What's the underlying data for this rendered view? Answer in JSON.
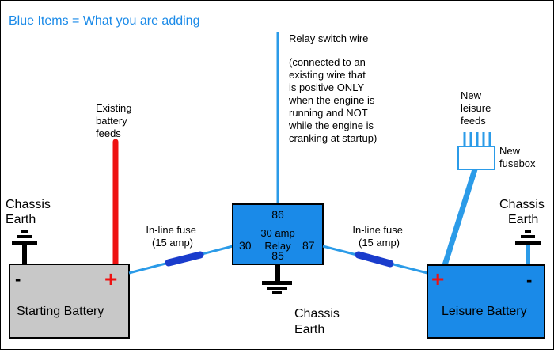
{
  "header": {
    "legend_text": "Blue Items = What you are adding"
  },
  "relay_switch_wire": {
    "title": "Relay switch wire",
    "notes": [
      "(connected to an",
      "existing wire that",
      "is positive ONLY",
      "when the engine is",
      "running and NOT",
      "while the engine is",
      "cranking at startup)"
    ]
  },
  "existing_feeds": {
    "lines": [
      "Existing",
      "battery",
      "feeds"
    ]
  },
  "new_leisure_feeds": {
    "lines": [
      "New",
      "leisure",
      "feeds"
    ]
  },
  "new_fusebox": {
    "lines": [
      "New",
      "fusebox"
    ]
  },
  "chassis_earth_left": {
    "lines": [
      "Chassis",
      "Earth"
    ]
  },
  "chassis_earth_right": {
    "lines": [
      "Chassis",
      "Earth"
    ]
  },
  "chassis_earth_relay": {
    "lines": [
      "Chassis",
      "Earth"
    ]
  },
  "inline_fuse_left": {
    "lines": [
      "In-line fuse",
      "(15 amp)"
    ]
  },
  "inline_fuse_right": {
    "lines": [
      "In-line fuse",
      "(15 amp)"
    ]
  },
  "starting_battery": {
    "label": "Starting Battery",
    "neg": "-",
    "pos": "+"
  },
  "leisure_battery": {
    "label": "Leisure Battery",
    "neg": "-",
    "pos": "+"
  },
  "relay": {
    "pin_86": "86",
    "pin_85": "85",
    "pin_30": "30",
    "pin_87": "87",
    "rating": "30 amp",
    "name": "Relay"
  },
  "colors": {
    "added_blue": "#1a8ae8",
    "wire_blue": "#2b9be8",
    "fuse_blue": "#1a3ccc",
    "existing_red": "#ee1111",
    "starting_battery_fill": "#c8c8c8",
    "earth_black": "#000000"
  }
}
